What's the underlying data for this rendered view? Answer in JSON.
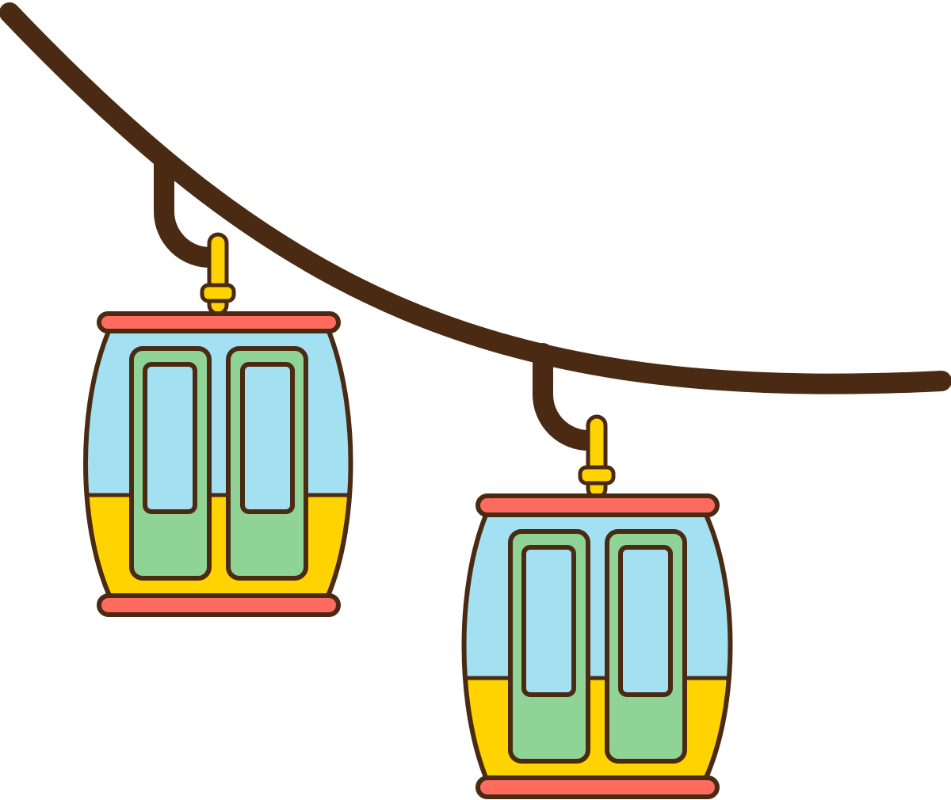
{
  "colors": {
    "background": "#FFFFFF",
    "outline": "#4A2A12",
    "cable": "#4A2A12",
    "upper_body": "#A3E1F2",
    "lower_body": "#FFD300",
    "doors": "#8FD496",
    "windows": "#A3E1F2",
    "roof_floor_bars": "#FF6B5E",
    "hanger_arm": "#FFD300"
  },
  "icons": {
    "cable": "cable-line",
    "gondola": "cable-car-gondola"
  },
  "cabins": 2
}
